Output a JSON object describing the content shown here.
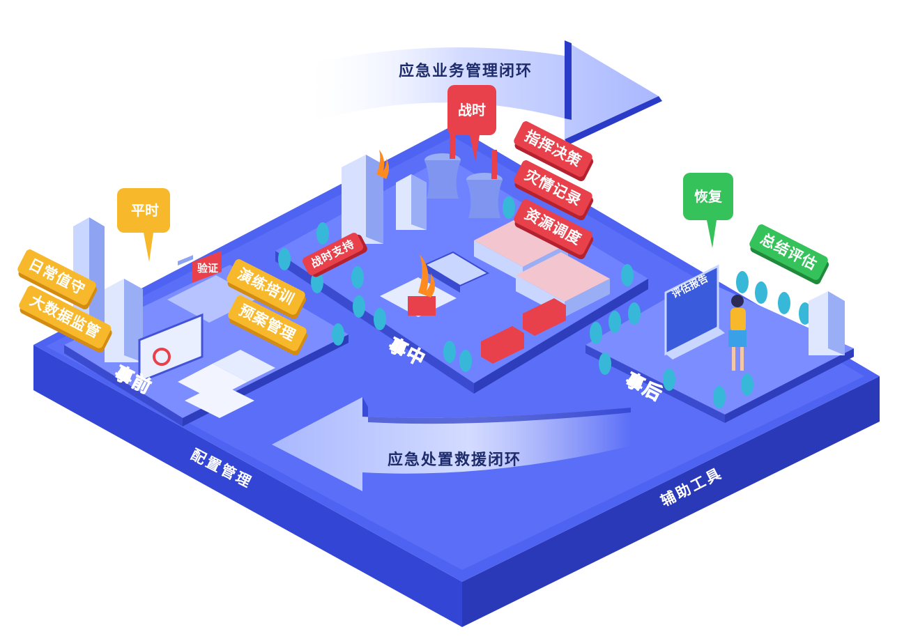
{
  "flows": {
    "top": "应急业务管理闭环",
    "bottom": "应急处置救援闭环"
  },
  "base_labels": {
    "left": "配置管理",
    "right": "辅助工具"
  },
  "phases": {
    "before": "事前",
    "during": "事中",
    "after": "事后"
  },
  "pins": {
    "peacetime": "平时",
    "wartime": "战时",
    "recovery": "恢复"
  },
  "before_tags": [
    "日常值守",
    "大数据监管",
    "演练培训",
    "预案管理"
  ],
  "verify_label": "验证",
  "wartime_support": "战时支持",
  "during_tags": [
    "指挥决策",
    "灾情记录",
    "资源调度"
  ],
  "after_tag": "总结评估",
  "report_label": "评估报告",
  "colors": {
    "base_top": "#4a5ff0",
    "base_side": "#3447d6",
    "yellow": "#f7b92b",
    "red": "#e8414b",
    "green": "#36c25b",
    "arrow": "#b9c4ff"
  }
}
